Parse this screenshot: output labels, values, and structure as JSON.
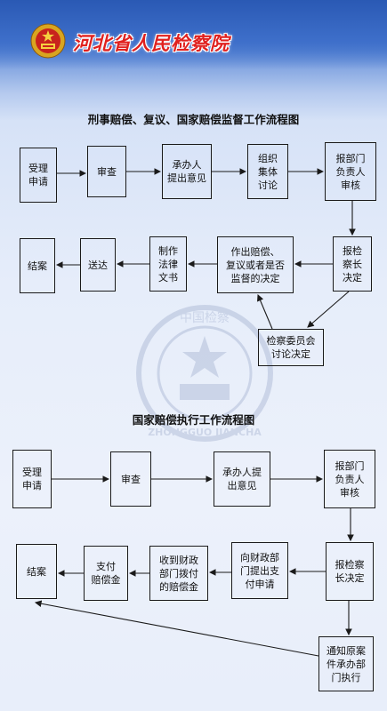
{
  "header": {
    "org_name": "河北省人民检察院",
    "emblem_icon": "procuratorate-emblem-icon"
  },
  "flow1": {
    "title": "刑事赔偿、复议、国家赔偿监督工作流程图",
    "steps": {
      "accept": "受理\n申请",
      "review": "审查",
      "handler": "承办人\n提出意见",
      "collective": "组织\n集体\n讨论",
      "dept_head": "报部门\n负责人\n审核",
      "chief": "报检\n察长\n决定",
      "decision": "作出赔偿、\n复议或者是否\n监督的决定",
      "committee": "检察委员会\n讨论决定",
      "document": "制作\n法律\n文书",
      "deliver": "送达",
      "close": "结案"
    }
  },
  "flow2": {
    "title": "国家赔偿执行工作流程图",
    "steps": {
      "accept": "受理\n申请",
      "review": "审查",
      "handler": "承办人提\n出意见",
      "dept_head": "报部门\n负责人\n审核",
      "chief": "报检察\n长决定",
      "finance_request": "向财政部\n门提出支\n付申请",
      "receive_funds": "收到财政\n部门拨付\n的赔偿金",
      "pay": "支付\n赔偿金",
      "close": "结案",
      "notify": "通知原案\n件承办部\n门执行"
    }
  },
  "watermark": {
    "text_top": "中国检察",
    "text_bottom": "ZHONGGUO JIANCHA"
  },
  "colors": {
    "header_blue": "#2a59b4",
    "title_red": "#e0211f",
    "line": "#1a1a1a"
  }
}
